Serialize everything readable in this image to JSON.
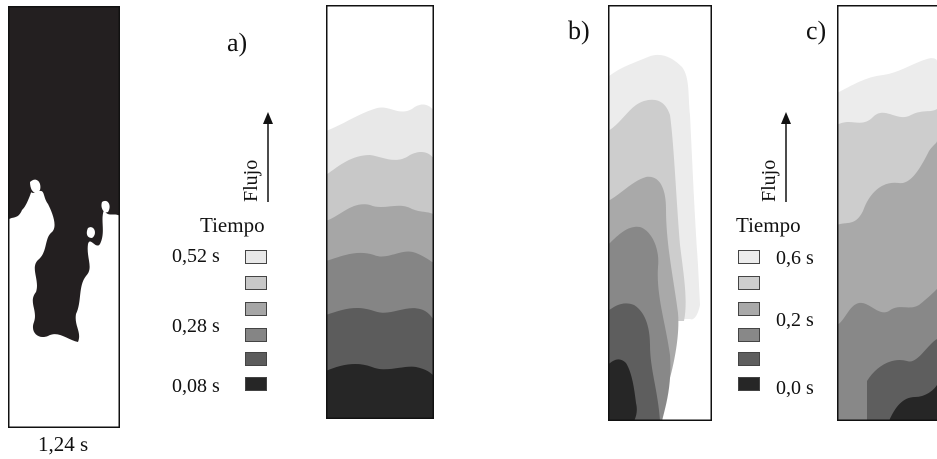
{
  "left_panel": {
    "time_label": "1,24 s"
  },
  "panel_a": {
    "label": "a)",
    "flow_label": "Flujo",
    "legend_title": "Tiempo",
    "legend_labels": [
      "0,52 s",
      "0,28 s",
      "0,08 s"
    ],
    "shades": [
      "#e8e8e8",
      "#c8c8c8",
      "#a6a6a6",
      "#858585",
      "#5c5c5c",
      "#262626"
    ]
  },
  "panel_b": {
    "label": "b)"
  },
  "panel_c": {
    "label": "c)",
    "flow_label": "Flujo",
    "legend_title": "Tiempo",
    "legend_labels": [
      "0,6 s",
      "0,2 s",
      "0,0 s"
    ],
    "shades": [
      "#ececec",
      "#cdcdcd",
      "#a9a9a9",
      "#888888",
      "#5e5e5e",
      "#262626"
    ]
  }
}
